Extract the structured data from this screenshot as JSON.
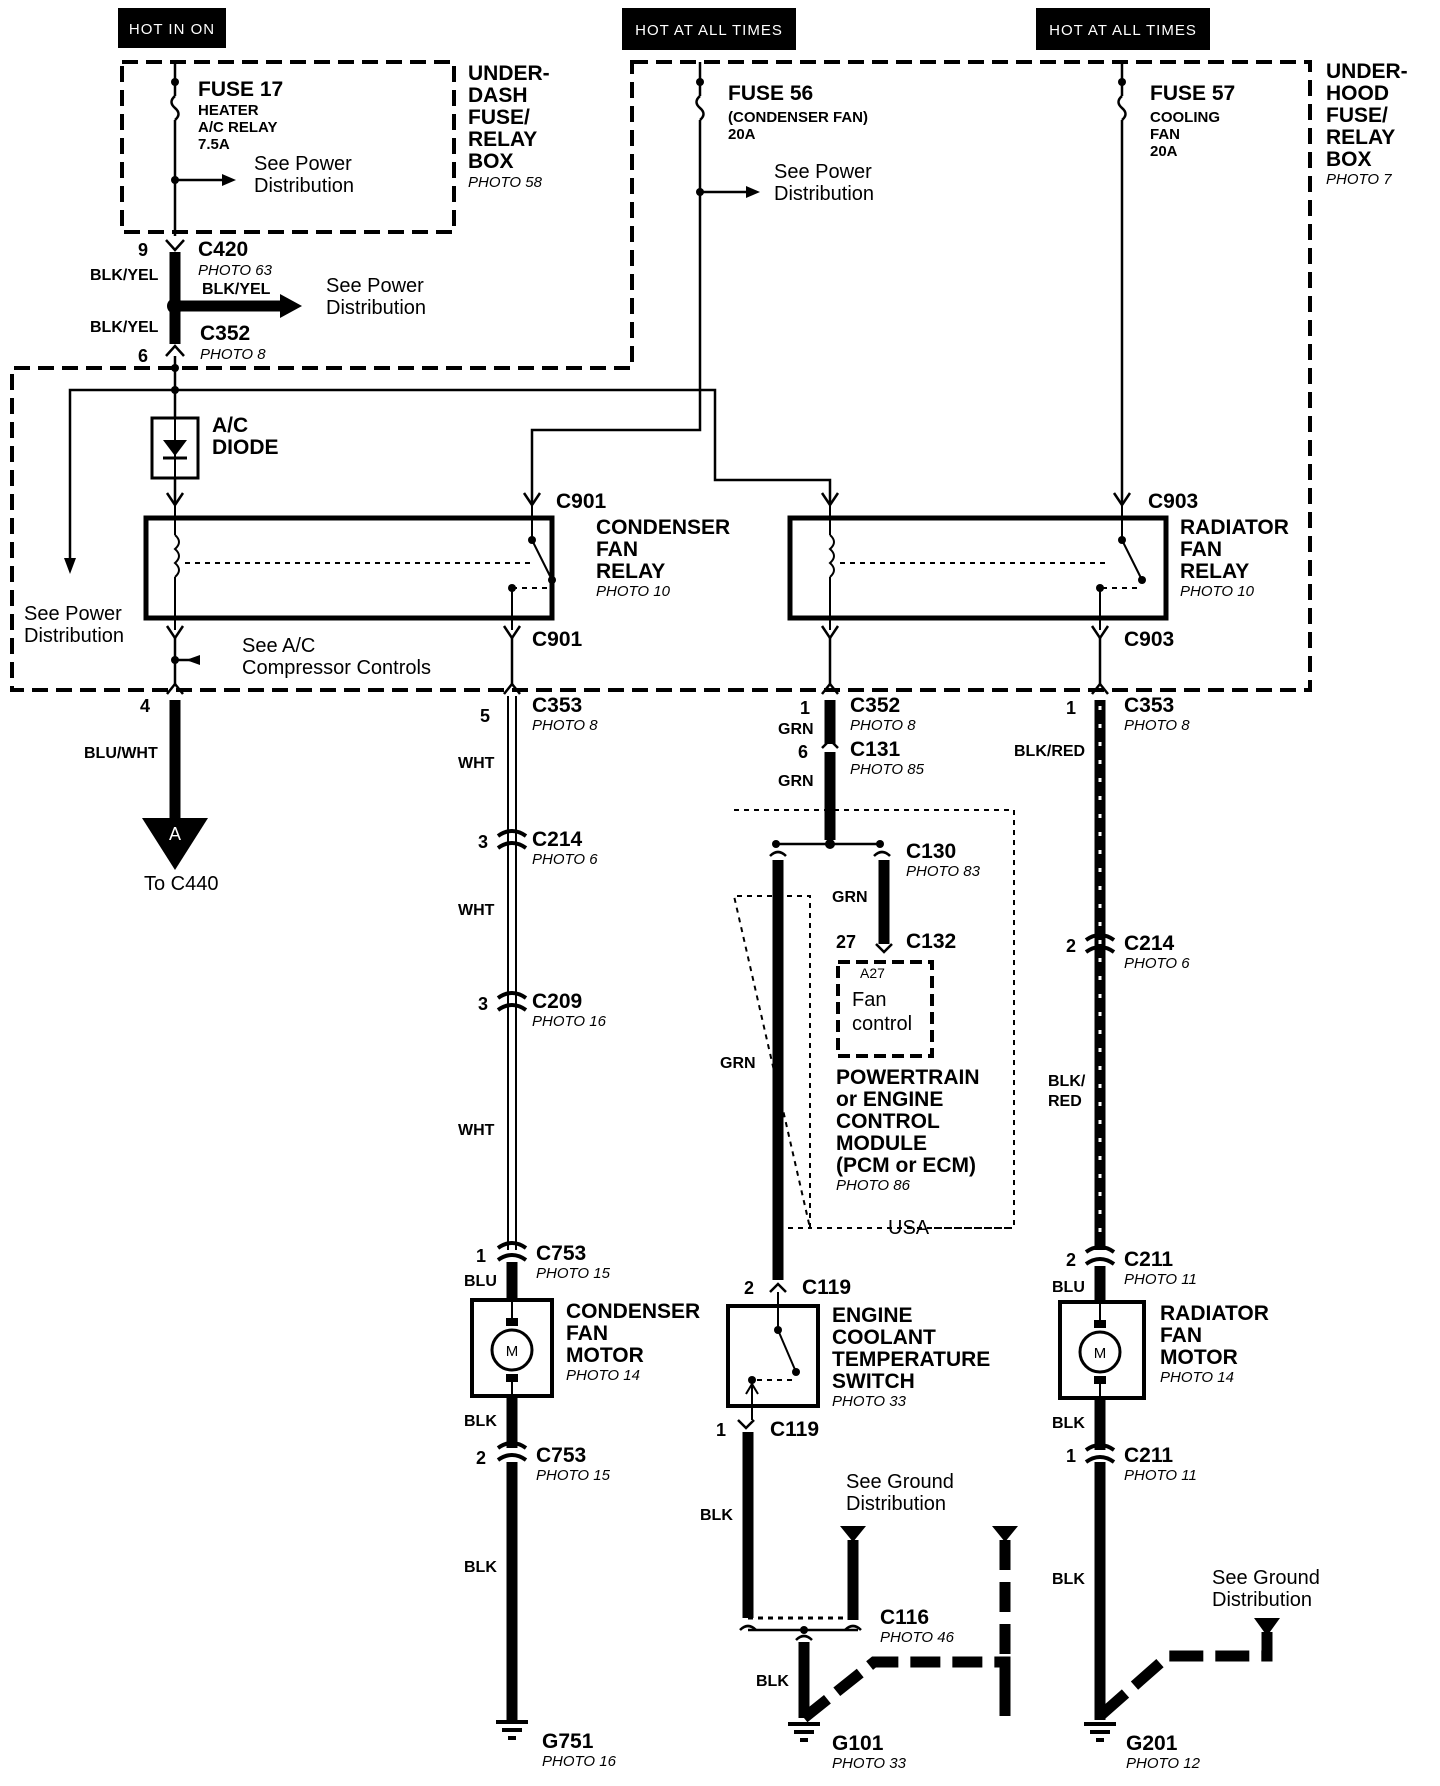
{
  "headers": {
    "hot_in_on": "HOT IN ON",
    "hot_at_all_times_1": "HOT AT ALL TIMES",
    "hot_at_all_times_2": "HOT AT ALL TIMES"
  },
  "boxes": {
    "underdash": [
      "UNDER-",
      "DASH",
      "FUSE/",
      "RELAY",
      "BOX"
    ],
    "underdash_photo": "PHOTO 58",
    "underhood": [
      "UNDER-",
      "HOOD",
      "FUSE/",
      "RELAY",
      "BOX"
    ],
    "underhood_photo": "PHOTO 7"
  },
  "fuses": {
    "f17_name": "FUSE 17",
    "f17_desc1": "HEATER",
    "f17_desc2": "A/C RELAY",
    "f17_amp": "7.5A",
    "f56_name": "FUSE 56",
    "f56_desc": "(CONDENSER FAN)",
    "f56_amp": "20A",
    "f57_name": "FUSE 57",
    "f57_desc1": "COOLING",
    "f57_desc2": "FAN",
    "f57_amp": "20A"
  },
  "refs": {
    "see": "See Power",
    "power_dist": "Distribution",
    "see_ac": "See A/C",
    "compressor": "Compressor Controls",
    "see_ground": "See Ground",
    "ground_dist": "Distribution",
    "to_c440": "To C440",
    "connector_a": "A"
  },
  "connectors": {
    "c420": "C420",
    "c420_photo": "PHOTO 63",
    "c420_pin": "9",
    "c352a": "C352",
    "c352a_photo": "PHOTO 8",
    "c352a_pin": "6",
    "c901": "C901",
    "c903": "C903",
    "c353a": "C353",
    "c353a_photo": "PHOTO 8",
    "c353a_pin": "5",
    "c353a_pin4": "4",
    "c352b": "C352",
    "c352b_photo": "PHOTO 8",
    "c352b_pin": "1",
    "c131": "C131",
    "c131_photo": "PHOTO 85",
    "c131_pin": "6",
    "c353b": "C353",
    "c353b_photo": "PHOTO 8",
    "c353b_pin": "1",
    "c130": "C130",
    "c130_photo": "PHOTO 83",
    "c132": "C132",
    "c132_pin": "27",
    "c214a": "C214",
    "c214a_photo": "PHOTO 6",
    "c214a_pin": "3",
    "c209": "C209",
    "c209_photo": "PHOTO 16",
    "c209_pin": "3",
    "c214b": "C214",
    "c214b_photo": "PHOTO 6",
    "c214b_pin": "2",
    "c753a": "C753",
    "c753a_photo": "PHOTO 15",
    "c753a_pin": "1",
    "c753b": "C753",
    "c753b_photo": "PHOTO 15",
    "c753b_pin": "2",
    "c119a": "C119",
    "c119a_pin": "2",
    "c119b": "C119",
    "c119b_pin": "1",
    "c211a": "C211",
    "c211a_photo": "PHOTO 11",
    "c211a_pin": "2",
    "c211b": "C211",
    "c211b_photo": "PHOTO 11",
    "c211b_pin": "1",
    "c116": "C116",
    "c116_photo": "PHOTO 46"
  },
  "wires": {
    "blk_yel": "BLK/YEL",
    "blu_wht": "BLU/WHT",
    "wht": "WHT",
    "grn": "GRN",
    "blk_red": "BLK/RED",
    "blk": "BLK/",
    "red": "RED",
    "blu": "BLU",
    "black": "BLK"
  },
  "components": {
    "diode1": "A/C",
    "diode2": "DIODE",
    "cond_relay": [
      "CONDENSER",
      "FAN",
      "RELAY"
    ],
    "cond_relay_photo": "PHOTO 10",
    "rad_relay": [
      "RADIATOR",
      "FAN",
      "RELAY"
    ],
    "rad_relay_photo": "PHOTO 10",
    "pcm_pin": "A27",
    "pcm_fan1": "Fan",
    "pcm_fan2": "control",
    "pcm": [
      "POWERTRAIN",
      "or ENGINE",
      "CONTROL",
      "MODULE",
      "(PCM or ECM)"
    ],
    "pcm_photo": "PHOTO 86",
    "usa": "USA",
    "cond_motor": [
      "CONDENSER",
      "FAN",
      "MOTOR"
    ],
    "cond_motor_photo": "PHOTO 14",
    "ect_switch": [
      "ENGINE",
      "COOLANT",
      "TEMPERATURE",
      "SWITCH"
    ],
    "ect_photo": "PHOTO 33",
    "rad_motor": [
      "RADIATOR",
      "FAN",
      "MOTOR"
    ],
    "rad_motor_photo": "PHOTO 14",
    "motor_symbol": "M"
  },
  "grounds": {
    "g751": "G751",
    "g751_photo": "PHOTO 16",
    "g101": "G101",
    "g101_photo": "PHOTO 33",
    "g201": "G201",
    "g201_photo": "PHOTO 12"
  }
}
